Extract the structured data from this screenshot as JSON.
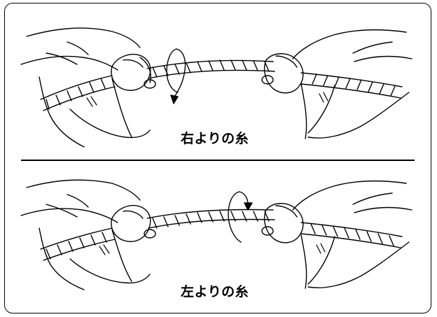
{
  "panels": [
    {
      "id": "right-twist",
      "label": "右よりの糸"
    },
    {
      "id": "left-twist",
      "label": "左よりの糸"
    }
  ],
  "colors": {
    "ink": "#000000",
    "paper": "#ffffff"
  },
  "icons": [
    "rotation-arrow-icon",
    "rotation-arrow-icon"
  ]
}
